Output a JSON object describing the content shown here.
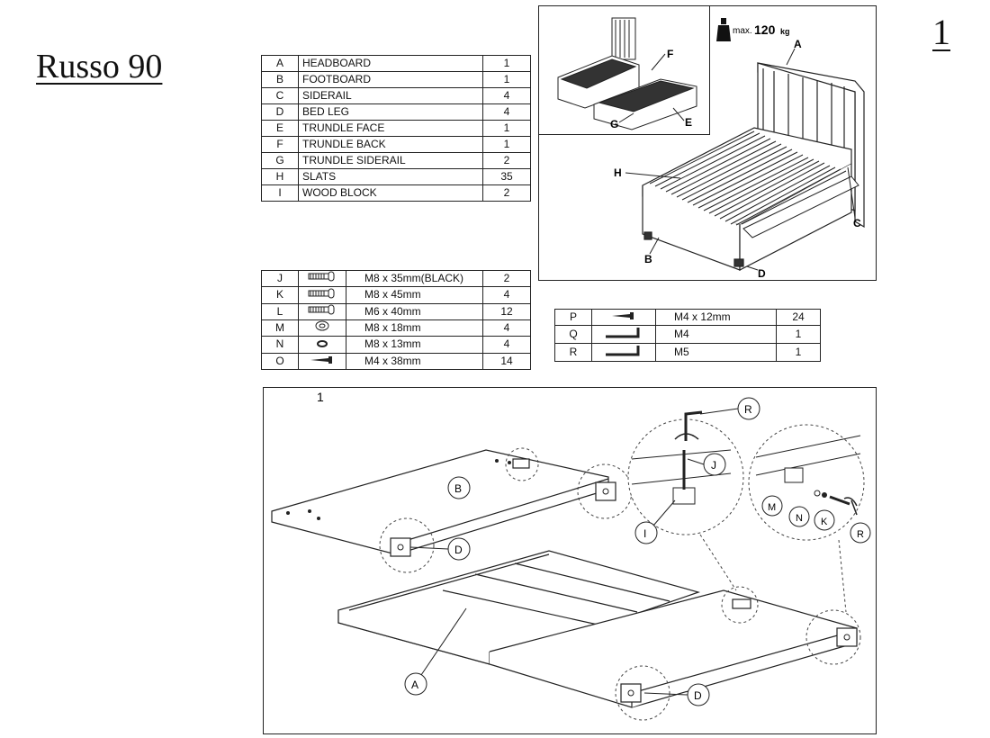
{
  "title": "Russo 90",
  "page_number": "1",
  "parts": [
    {
      "code": "A",
      "name": "HEADBOARD",
      "qty": "1"
    },
    {
      "code": "B",
      "name": "FOOTBOARD",
      "qty": "1"
    },
    {
      "code": "C",
      "name": "SIDERAIL",
      "qty": "4"
    },
    {
      "code": "D",
      "name": "BED LEG",
      "qty": "4"
    },
    {
      "code": "E",
      "name": "TRUNDLE FACE",
      "qty": "1"
    },
    {
      "code": "F",
      "name": "TRUNDLE BACK",
      "qty": "1"
    },
    {
      "code": "G",
      "name": "TRUNDLE SIDERAIL",
      "qty": "2"
    },
    {
      "code": "H",
      "name": "SLATS",
      "qty": "35"
    },
    {
      "code": "I",
      "name": "WOOD BLOCK",
      "qty": "2"
    }
  ],
  "hardware": [
    {
      "code": "J",
      "icon": "bolt-icon",
      "spec": "M8 x 35mm(BLACK)",
      "qty": "2"
    },
    {
      "code": "K",
      "icon": "bolt-icon",
      "spec": "M8 x 45mm",
      "qty": "4"
    },
    {
      "code": "L",
      "icon": "bolt-icon",
      "spec": "M6 x 40mm",
      "qty": "12"
    },
    {
      "code": "M",
      "icon": "washer-large-icon",
      "spec": "M8 x 18mm",
      "qty": "4"
    },
    {
      "code": "N",
      "icon": "washer-small-icon",
      "spec": "M8 x 13mm",
      "qty": "4"
    },
    {
      "code": "O",
      "icon": "screw-icon",
      "spec": "M4 x 38mm",
      "qty": "14"
    }
  ],
  "hardware2": [
    {
      "code": "P",
      "icon": "screw-icon",
      "spec": "M4 x 12mm",
      "qty": "24"
    },
    {
      "code": "Q",
      "icon": "allen-key-icon",
      "spec": "M4",
      "qty": "1"
    },
    {
      "code": "R",
      "icon": "allen-key-icon",
      "spec": "M5",
      "qty": "1"
    }
  ],
  "overview": {
    "max_prefix": "max.",
    "max_value": "120",
    "max_unit": "kg",
    "labels": [
      "A",
      "B",
      "C",
      "D",
      "H",
      "F",
      "G",
      "E"
    ]
  },
  "step": {
    "number": "1",
    "callouts": [
      "B",
      "D",
      "A",
      "D",
      "R",
      "J",
      "I",
      "M",
      "N",
      "K",
      "R"
    ]
  }
}
